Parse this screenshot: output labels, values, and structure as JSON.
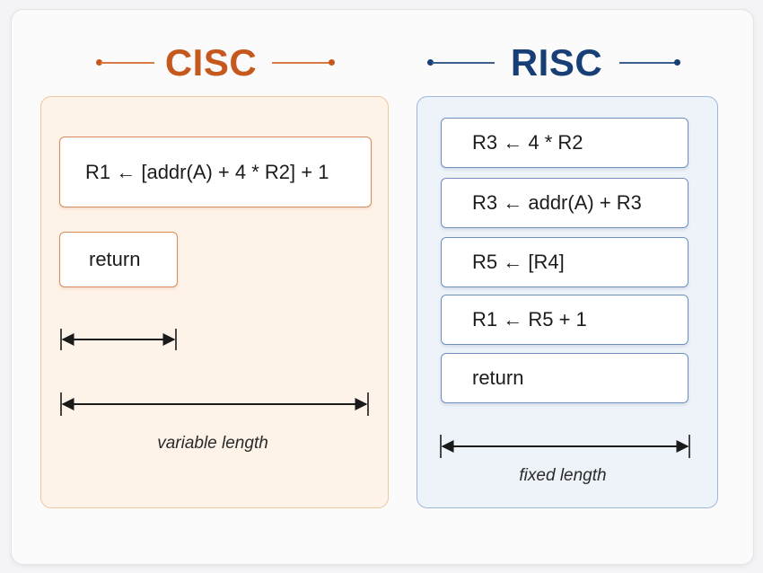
{
  "cisc": {
    "title": "CISC",
    "instructions": [
      "R1 ← [addr(A) + 4 * R2] + 1",
      "return"
    ],
    "caption": "variable length"
  },
  "risc": {
    "title": "RISC",
    "instructions": [
      "R3 ← 4 * R2",
      "R3 ← addr(A) + R3",
      "R5 ← [R4]",
      "R1 ← R5 + 1",
      "return"
    ],
    "caption": "fixed length"
  },
  "colors": {
    "cisc_accent": "#c5581d",
    "risc_accent": "#173f76",
    "cisc_panel": "#fdf3e8",
    "risc_panel": "#eef3f9"
  }
}
